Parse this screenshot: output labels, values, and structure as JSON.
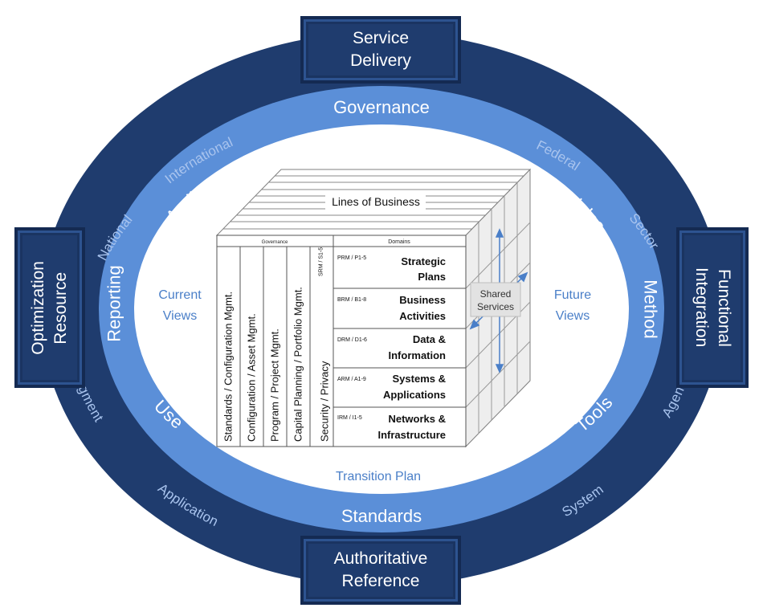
{
  "boxes": {
    "service_delivery": [
      "Service",
      "Delivery"
    ],
    "authoritative_reference": [
      "Authoritative",
      "Reference"
    ],
    "resource_optimization": [
      "Resource",
      "Optimization"
    ],
    "functional_integration": [
      "Functional",
      "Integration"
    ]
  },
  "outer_ring": {
    "international": "International",
    "national": "National",
    "federal": "Federal",
    "sector": "Sector",
    "segment": "Segment",
    "application": "Application",
    "system": "System",
    "agency": "Agency"
  },
  "middle_ring": {
    "governance": "Governance",
    "standards": "Standards",
    "audit": "Audit",
    "principles": "Principles",
    "reporting": "Reporting",
    "method": "Method",
    "use": "Use",
    "tools": "Tools"
  },
  "inner": {
    "current_views": [
      "Current",
      "Views"
    ],
    "future_views": [
      "Future",
      "Views"
    ],
    "transition_plan": "Transition Plan"
  },
  "cube": {
    "lines_of_business": "Lines of Business",
    "governance_header": "Governance",
    "domains_header": "Domains",
    "shared_services": [
      "Shared",
      "Services"
    ],
    "columns": [
      "Standards / Configuration Mgmt.",
      "Configuration / Asset Mgmt.",
      "Program / Project Mgmt.",
      "Capital Planning / Portfolio Mgmt.",
      "Security / Privacy"
    ],
    "srm_code": "SRM / S1-5",
    "domains": [
      {
        "code": "PRM / P1-5",
        "name": [
          "Strategic",
          "Plans"
        ]
      },
      {
        "code": "BRM / B1-8",
        "name": [
          "Business",
          "Activities"
        ]
      },
      {
        "code": "DRM / D1-6",
        "name": [
          "Data &",
          "Information"
        ]
      },
      {
        "code": "ARM / A1-9",
        "name": [
          "Systems &",
          "Applications"
        ]
      },
      {
        "code": "IRM / I1-5",
        "name": [
          "Networks &",
          "Infrastructure"
        ]
      }
    ]
  },
  "colors": {
    "outer_ring": "#1f3c6e",
    "middle_ring": "#5b8fd8",
    "ring_text_outer": "#a9c4ee",
    "ring_text_middle": "#ffffff",
    "inner_text": "#4a7fc8",
    "box_fill": "#1f3c6e"
  }
}
